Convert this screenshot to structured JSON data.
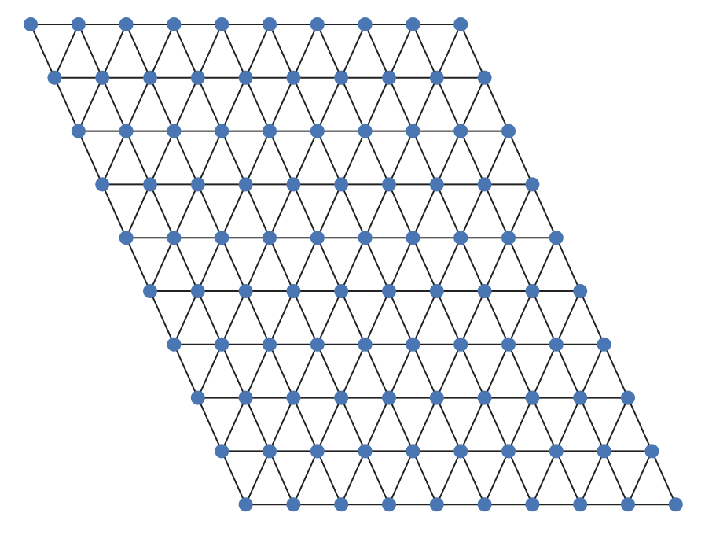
{
  "graph": {
    "type": "triangular-lattice",
    "rows": 10,
    "columns": 10,
    "node_count": 100,
    "edge_types": [
      "horizontal",
      "down-left",
      "down-right"
    ],
    "colors": {
      "node": "#4a77b4",
      "edge": "#222222",
      "background": "#ffffff"
    }
  }
}
